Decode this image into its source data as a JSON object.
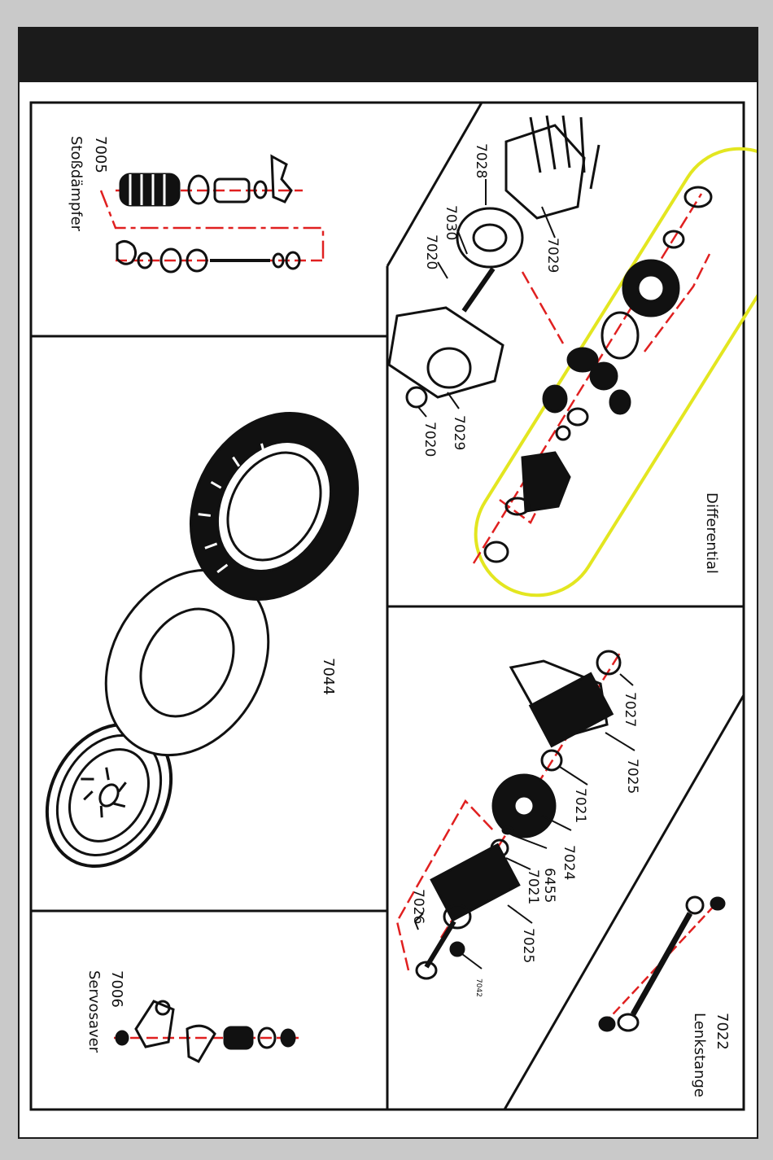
{
  "colors": {
    "frame": "#111111",
    "accent_line": "#e02020",
    "highlight": "#e3e620",
    "background": "#c9c9c9",
    "header_bar": "#1b1b1b"
  },
  "panels": {
    "shock": {
      "part_no": "7005",
      "name": "Stoßdämpfer"
    },
    "differential": {
      "name": "Differential",
      "callouts": [
        "7028",
        "7030",
        "7020",
        "7029",
        "7029",
        "7020"
      ]
    },
    "tire": {
      "part_no": "7044"
    },
    "gearbox": {
      "callouts": [
        "7027",
        "7025",
        "7021",
        "7024",
        "6455",
        "7021",
        "7026",
        "7025",
        "7042"
      ]
    },
    "servosaver": {
      "part_no": "7006",
      "name": "Servosaver"
    },
    "tie_rod": {
      "part_no": "7022",
      "name": "Lenkstange"
    }
  }
}
